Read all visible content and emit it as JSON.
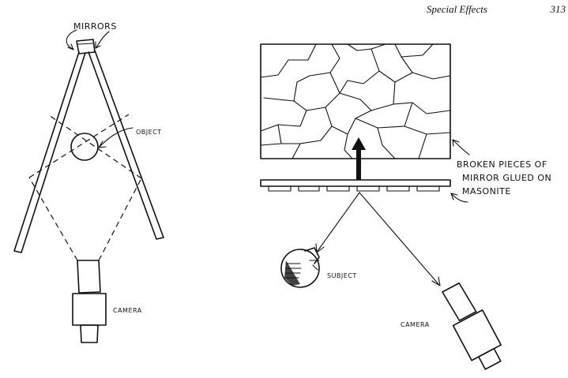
{
  "header": {
    "section": "Special Effects",
    "page_number": "313"
  },
  "left_diagram": {
    "mirrors_label": "MIRRORS",
    "object_label": "OBJECT",
    "camera_label": "CAMERA"
  },
  "right_diagram": {
    "mirror_label_lines": [
      "BROKEN PIECES OF",
      "MIRROR GLUED ON",
      "MASONITE"
    ],
    "subject_label": "SUBJECT",
    "camera_label": "CAMERA"
  }
}
